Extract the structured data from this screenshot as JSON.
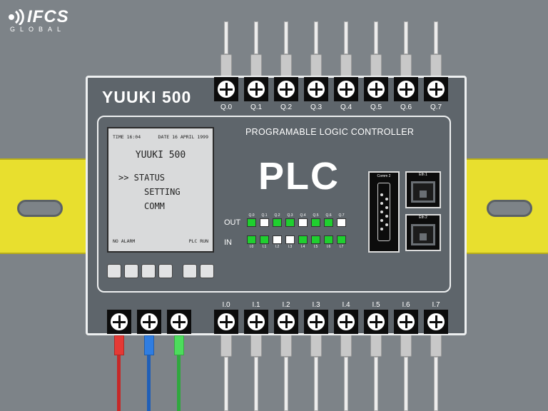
{
  "logo": {
    "main": "IFCS",
    "sub": "GLOBAL"
  },
  "device": {
    "title": "YUUKI 500",
    "panel_title": "PROGRAMABLE LOGIC CONTROLLER",
    "big_label": "PLC"
  },
  "outputs": {
    "terminals": [
      "Q.0",
      "Q.1",
      "Q.2",
      "Q.3",
      "Q.4",
      "Q.5",
      "Q.6",
      "Q.7"
    ]
  },
  "inputs": {
    "terminals": [
      "I.0",
      "I.1",
      "I.2",
      "I.3",
      "I.4",
      "I.5",
      "I.6",
      "I.7"
    ]
  },
  "lcd": {
    "time": "TIME 16:04",
    "date": "DATE 16 APRIL 1999",
    "device_name": "YUUKI 500",
    "menu": [
      ">> STATUS",
      "SETTING",
      "COMM"
    ],
    "alarm_status": "NO ALARM",
    "run_status": "PLC RUN"
  },
  "io_panel": {
    "out_label": "OUT",
    "in_label": "IN",
    "out_leds": [
      {
        "tag": "Q.0",
        "state": "on"
      },
      {
        "tag": "Q.1",
        "state": "off"
      },
      {
        "tag": "Q.2",
        "state": "on"
      },
      {
        "tag": "Q.3",
        "state": "on"
      },
      {
        "tag": "Q.4",
        "state": "off"
      },
      {
        "tag": "Q.5",
        "state": "on"
      },
      {
        "tag": "Q.6",
        "state": "on"
      },
      {
        "tag": "Q.7",
        "state": "off"
      }
    ],
    "in_leds": [
      {
        "tag": "I.0",
        "state": "on"
      },
      {
        "tag": "I.1",
        "state": "on"
      },
      {
        "tag": "I.2",
        "state": "off"
      },
      {
        "tag": "I.3",
        "state": "off"
      },
      {
        "tag": "I.4",
        "state": "on"
      },
      {
        "tag": "I.5",
        "state": "on"
      },
      {
        "tag": "I.6",
        "state": "on"
      },
      {
        "tag": "I.7",
        "state": "on"
      }
    ]
  },
  "ports": {
    "serial_label": "Comm 2",
    "eth1_label": "Eth 1",
    "eth2_label": "Eth 2"
  },
  "power_wires": [
    {
      "name": "red",
      "sleeve": "#e53935",
      "core": "#c62828"
    },
    {
      "name": "blue",
      "sleeve": "#2f7de1",
      "core": "#1f5fb8"
    },
    {
      "name": "green",
      "sleeve": "#4cdc5c",
      "core": "#2fa83f"
    }
  ],
  "colors": {
    "led_on": "#1fcf2f",
    "led_off": "#ffffff",
    "rail": "#e8df2e"
  }
}
